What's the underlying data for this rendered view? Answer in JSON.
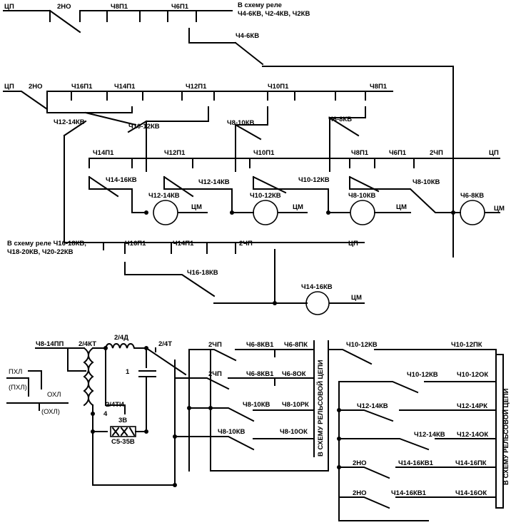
{
  "labels": [
    {
      "id": "cp1",
      "text": "ЦП"
    },
    {
      "id": "2no1",
      "text": "2НО"
    },
    {
      "id": "ch8p1a",
      "text": "Ч8П1"
    },
    {
      "id": "ch6p1a",
      "text": "Ч6П1"
    },
    {
      "id": "note1a",
      "text": "В схему реле"
    },
    {
      "id": "note1b",
      "text": "Ч4-6КВ, Ч2-4КВ, Ч2КВ"
    },
    {
      "id": "ch46kv",
      "text": "Ч4-6КВ"
    },
    {
      "id": "cp2",
      "text": "ЦП"
    },
    {
      "id": "2no2",
      "text": "2НО"
    },
    {
      "id": "ch16p1a",
      "text": "Ч16П1"
    },
    {
      "id": "ch14p1a",
      "text": "Ч14П1"
    },
    {
      "id": "ch12p1a",
      "text": "Ч12П1"
    },
    {
      "id": "ch10p1a",
      "text": "Ч10П1"
    },
    {
      "id": "ch8p1b",
      "text": "Ч8П1"
    },
    {
      "id": "ch1214kv_a",
      "text": "Ч12-14КВ"
    },
    {
      "id": "ch1012kv_a",
      "text": "Ч10-12КВ"
    },
    {
      "id": "ch810kv_a",
      "text": "Ч8-10КВ"
    },
    {
      "id": "ch68kv_a",
      "text": "Ч6-8КВ"
    },
    {
      "id": "ch14p1b",
      "text": "Ч14П1"
    },
    {
      "id": "ch12p1b",
      "text": "Ч12П1"
    },
    {
      "id": "ch10p1b",
      "text": "Ч10П1"
    },
    {
      "id": "ch8p1c",
      "text": "Ч8П1"
    },
    {
      "id": "ch6p1b",
      "text": "Ч6П1"
    },
    {
      "id": "2chp_a",
      "text": "2ЧП"
    },
    {
      "id": "cp3",
      "text": "ЦП"
    },
    {
      "id": "ch1416kv_a",
      "text": "Ч14-16КВ"
    },
    {
      "id": "ch1214kv_b",
      "text": "Ч12-14КВ"
    },
    {
      "id": "ch1012kv_b",
      "text": "Ч10-12КВ"
    },
    {
      "id": "ch810kv_b",
      "text": "Ч8-10КВ"
    },
    {
      "id": "coil1214",
      "text": "Ч12-14КВ"
    },
    {
      "id": "coil1012",
      "text": "Ч10-12КВ"
    },
    {
      "id": "coil810",
      "text": "Ч8-10КВ"
    },
    {
      "id": "coil68",
      "text": "Ч6-8КВ"
    },
    {
      "id": "cm1",
      "text": "ЦМ"
    },
    {
      "id": "cm2",
      "text": "ЦМ"
    },
    {
      "id": "cm3",
      "text": "ЦМ"
    },
    {
      "id": "cm4",
      "text": "ЦМ"
    },
    {
      "id": "note2a",
      "text": "В схему реле Ч16-18КВ,"
    },
    {
      "id": "note2b",
      "text": "Ч18-20КВ, Ч20-22КВ"
    },
    {
      "id": "ch16p1b",
      "text": "Ч16П1"
    },
    {
      "id": "ch14p1c",
      "text": "Ч14П1"
    },
    {
      "id": "2chp_b",
      "text": "2ЧП"
    },
    {
      "id": "cp4",
      "text": "ЦП"
    },
    {
      "id": "ch1416kv_b",
      "text": "Ч16-18КВ"
    },
    {
      "id": "coil1416",
      "text": "Ч14-16КВ"
    },
    {
      "id": "cm5",
      "text": "ЦМ"
    },
    {
      "id": "ch814pp",
      "text": "Ч8-14ПП"
    },
    {
      "id": "2_4kt",
      "text": "2/4КТ"
    },
    {
      "id": "2_4d",
      "text": "2/4Д"
    },
    {
      "id": "2_4t",
      "text": "2/4Т"
    },
    {
      "id": "pkhl",
      "text": "ПХЛ"
    },
    {
      "id": "pkhl2",
      "text": "(ПХЛ)"
    },
    {
      "id": "okhl",
      "text": "ОХЛ"
    },
    {
      "id": "okhl2",
      "text": "(ОХЛ)"
    },
    {
      "id": "cap1",
      "text": "1"
    },
    {
      "id": "2_4ti",
      "text": "2/4ТИ"
    },
    {
      "id": "num4",
      "text": "4"
    },
    {
      "id": "num3v",
      "text": "3В"
    },
    {
      "id": "c535v",
      "text": "С5-35В"
    },
    {
      "id": "2chp_c",
      "text": "2ЧП"
    },
    {
      "id": "ch68kv1_a",
      "text": "Ч6-8КВ1"
    },
    {
      "id": "ch6pk",
      "text": "Ч6-8ПК"
    },
    {
      "id": "2chp_d",
      "text": "2ЧП"
    },
    {
      "id": "ch68kv1_b",
      "text": "Ч6-8КВ1"
    },
    {
      "id": "ch6ok",
      "text": "Ч6-8ОК"
    },
    {
      "id": "ch810kv_c",
      "text": "Ч8-10КВ"
    },
    {
      "id": "ch810pk",
      "text": "Ч8-10РК"
    },
    {
      "id": "ch810kv_d",
      "text": "Ч8-10КВ"
    },
    {
      "id": "ch810ok",
      "text": "Ч8-10ОК"
    },
    {
      "id": "vert1",
      "text": "В СХЕМУ РЕЛЬСОВОЙ ЦЕПИ"
    },
    {
      "id": "ch1012kv_c",
      "text": "Ч10-12КВ"
    },
    {
      "id": "ch1012pk",
      "text": "Ч10-12ПК"
    },
    {
      "id": "ch1012kv_d",
      "text": "Ч10-12КВ"
    },
    {
      "id": "ch1012ok",
      "text": "Ч10-12ОК"
    },
    {
      "id": "ch1214kv_c",
      "text": "Ч12-14КВ"
    },
    {
      "id": "ch1214pk",
      "text": "Ч12-14РК"
    },
    {
      "id": "ch1214kv_d",
      "text": "Ч12-14КВ"
    },
    {
      "id": "ch1214ok",
      "text": "Ч12-14ОК"
    },
    {
      "id": "2no3",
      "text": "2НО"
    },
    {
      "id": "ch1416kv1_a",
      "text": "Ч14-16КВ1"
    },
    {
      "id": "ch1416pk",
      "text": "Ч14-16ПК"
    },
    {
      "id": "2no4",
      "text": "2НО"
    },
    {
      "id": "ch1416kv1_b",
      "text": "Ч14-16КВ1"
    },
    {
      "id": "ch1416ok",
      "text": "Ч14-16ОК"
    },
    {
      "id": "vert2",
      "text": "В СХЕМУ РЕЛЬСОВОЙ ЦЕПИ"
    }
  ]
}
